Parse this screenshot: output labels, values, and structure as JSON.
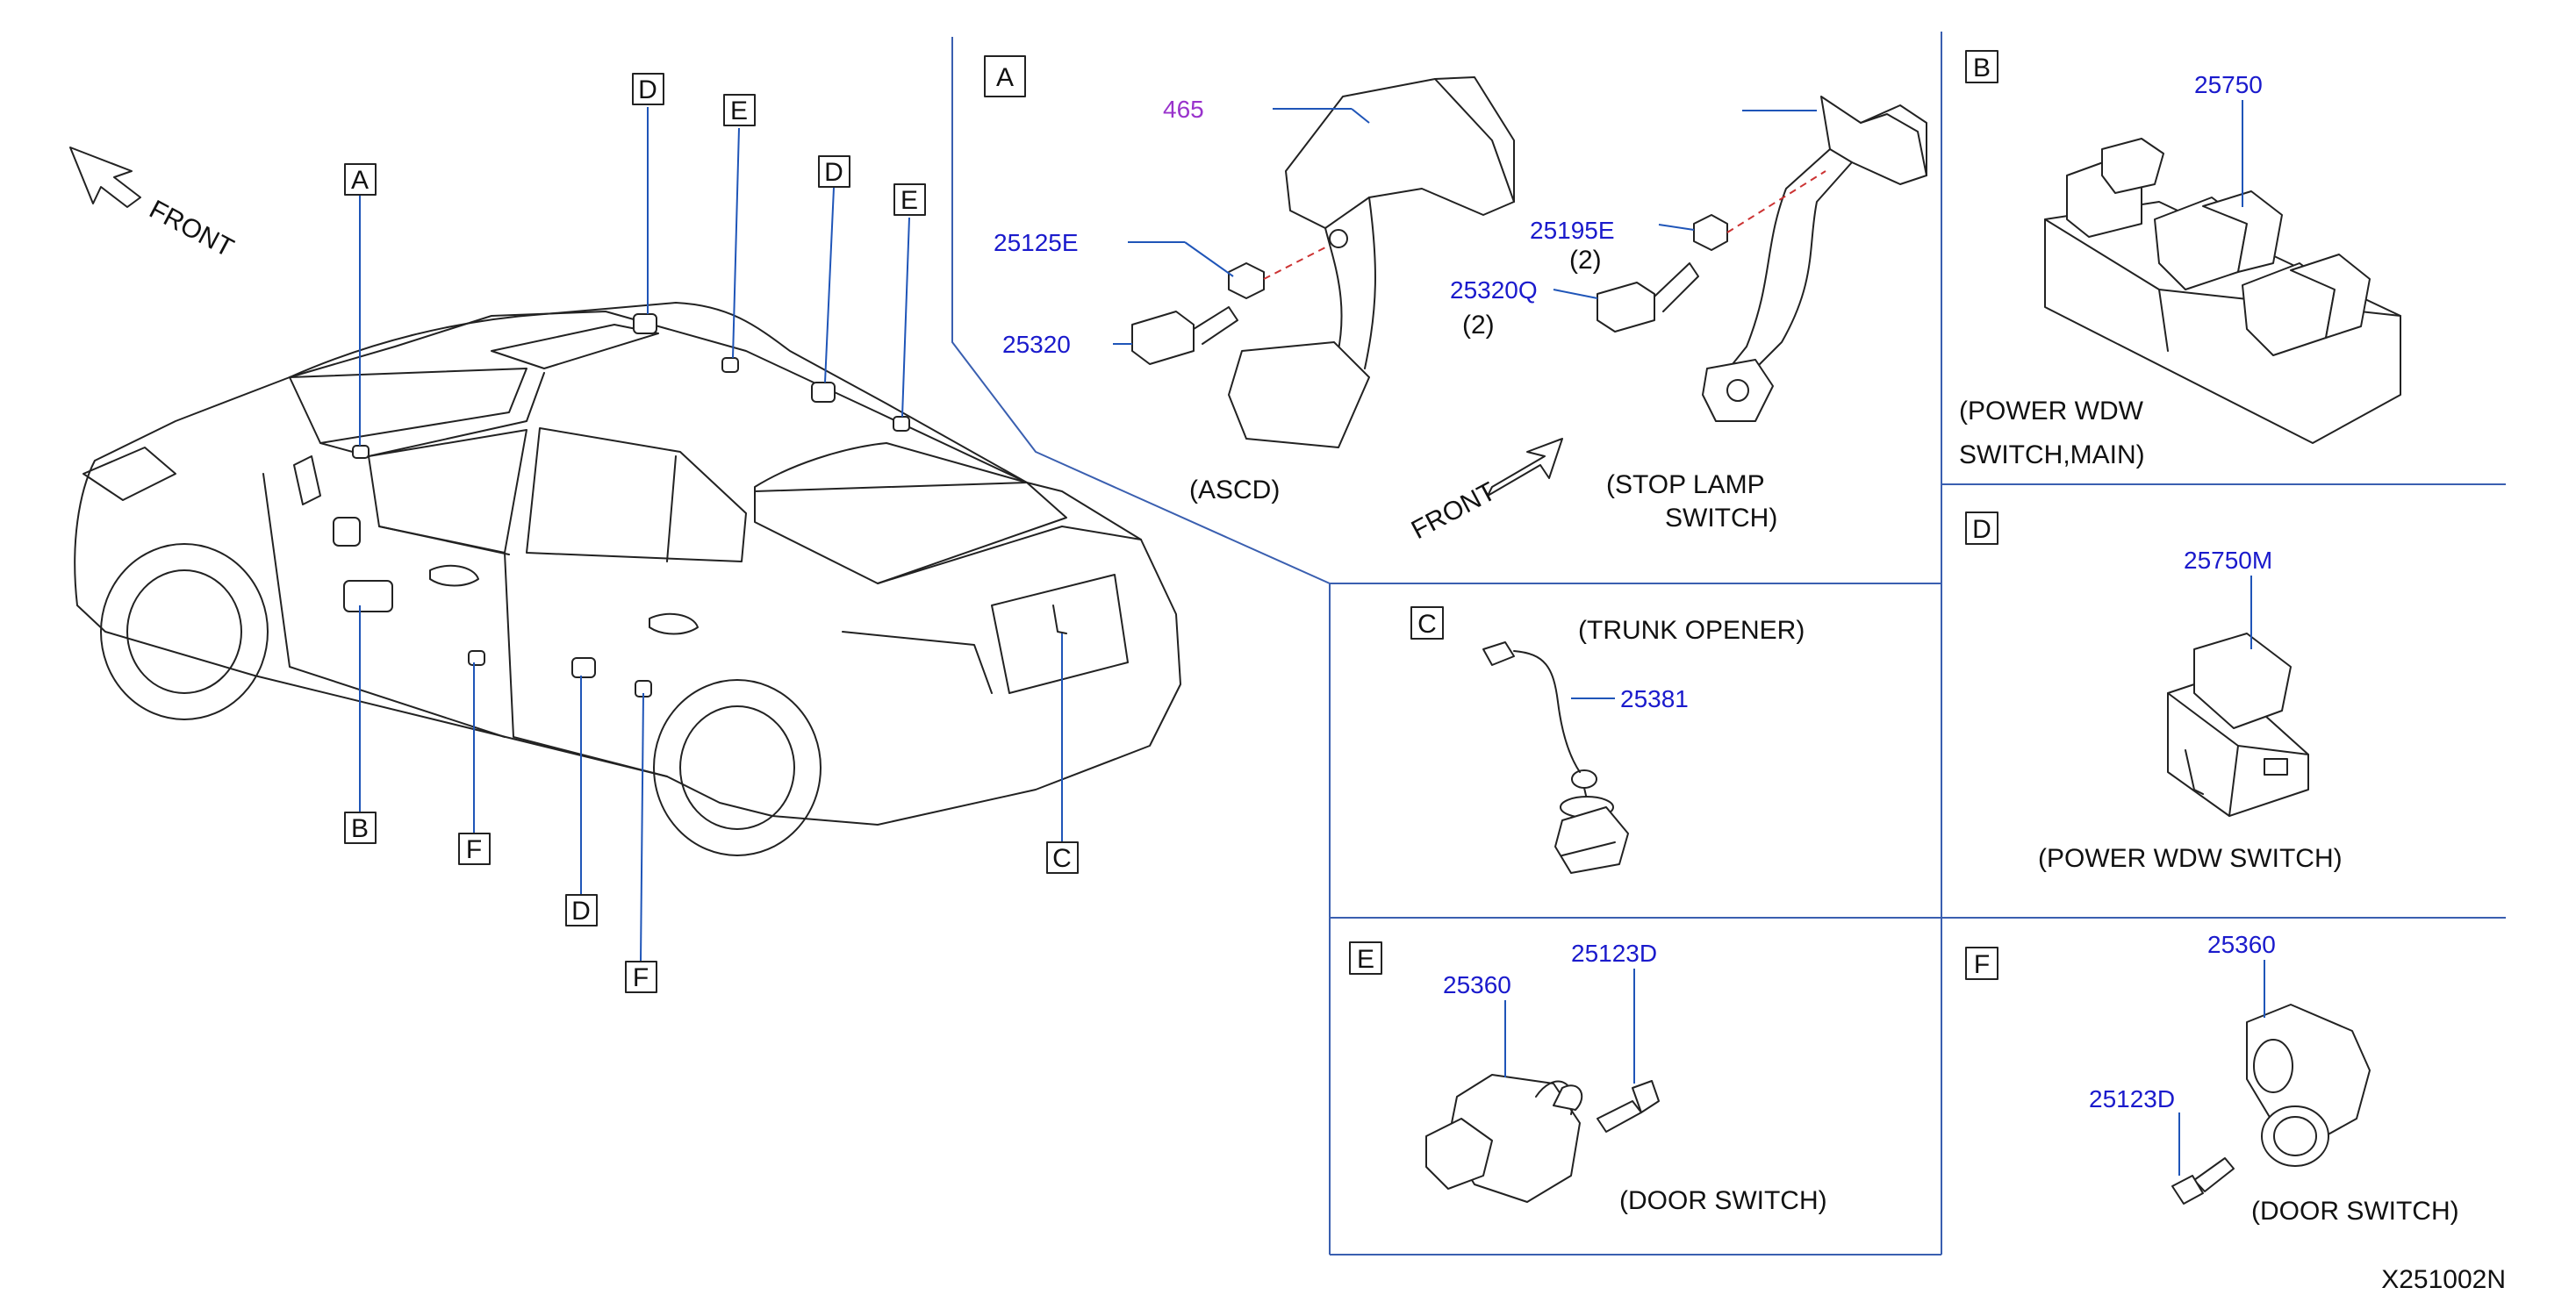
{
  "colors": {
    "part_number": "#1a1acc",
    "part_number_alt": "#9933cc",
    "leader": "#1f55b8",
    "divider": "#3a5fb0",
    "dash_red": "#cc3333"
  },
  "overview": {
    "front_label": "FRONT",
    "callouts": [
      "A",
      "B",
      "C",
      "D",
      "D",
      "D",
      "E",
      "E",
      "F",
      "F"
    ]
  },
  "panel_a": {
    "letter": "A",
    "ascd": {
      "caption": "(ASCD)",
      "parts": [
        "465",
        "25125E",
        "25320"
      ]
    },
    "stop_lamp": {
      "caption_line1": "(STOP   LAMP",
      "caption_line2": "SWITCH)",
      "parts": [
        "25195E",
        "(2)",
        "25320Q",
        "(2)"
      ]
    },
    "front_label": "FRONT"
  },
  "panel_b": {
    "letter": "B",
    "part": "25750",
    "caption_line1": "(POWER   WDW",
    "caption_line2": "SWITCH,MAIN)"
  },
  "panel_c": {
    "letter": "C",
    "caption": "(TRUNK   OPENER)",
    "part": "25381"
  },
  "panel_d": {
    "letter": "D",
    "part": "25750M",
    "caption": "(POWER   WDW      SWITCH)"
  },
  "panel_e": {
    "letter": "E",
    "parts": [
      "25360",
      "25123D"
    ],
    "caption": "(DOOR   SWITCH)"
  },
  "panel_f": {
    "letter": "F",
    "parts": [
      "25360",
      "25123D"
    ],
    "caption": "(DOOR   SWITCH)"
  },
  "diagram_code": "X251002N"
}
